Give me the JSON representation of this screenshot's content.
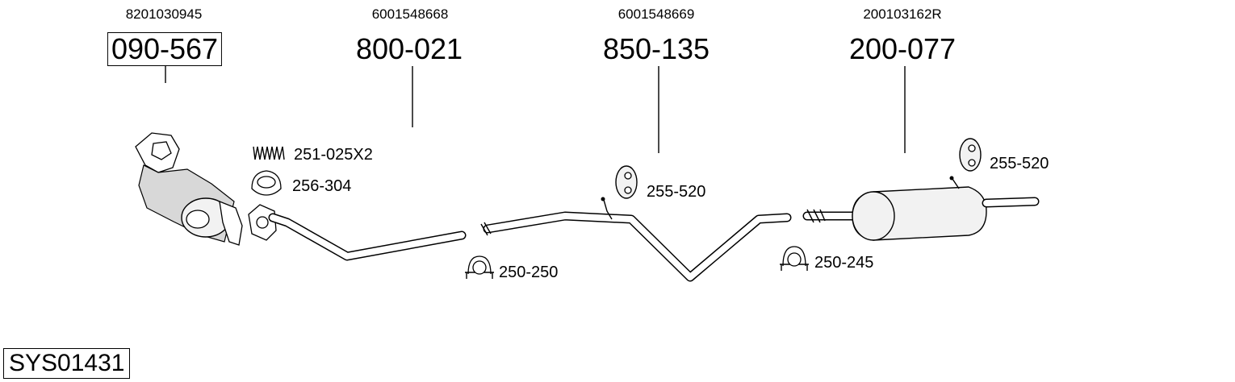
{
  "parts": [
    {
      "oem": "8201030945",
      "number": "090-567"
    },
    {
      "oem": "6001548668",
      "number": "800-021"
    },
    {
      "oem": "6001548669",
      "number": "850-135"
    },
    {
      "oem": "200103162R",
      "number": "200-077"
    }
  ],
  "accessories": {
    "spring": "251-025X2",
    "gasket": "256-304",
    "mount_mid": "255-520",
    "mount_rear": "255-520",
    "clamp_front": "250-250",
    "clamp_rear": "250-245"
  },
  "system_code": "SYS01431"
}
